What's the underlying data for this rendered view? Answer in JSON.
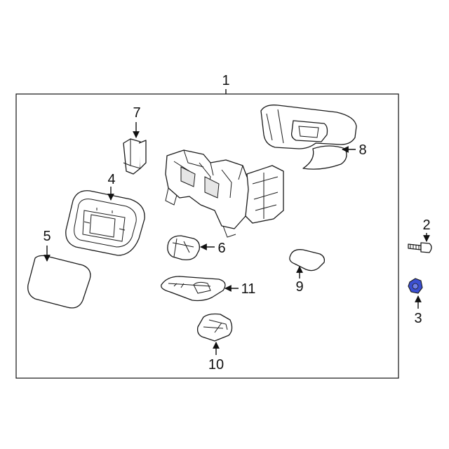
{
  "diagram": {
    "callouts": [
      {
        "id": "1",
        "label": "1"
      },
      {
        "id": "2",
        "label": "2"
      },
      {
        "id": "3",
        "label": "3"
      },
      {
        "id": "4",
        "label": "4"
      },
      {
        "id": "5",
        "label": "5"
      },
      {
        "id": "6",
        "label": "6"
      },
      {
        "id": "7",
        "label": "7"
      },
      {
        "id": "8",
        "label": "8"
      },
      {
        "id": "9",
        "label": "9"
      },
      {
        "id": "10",
        "label": "10"
      },
      {
        "id": "11",
        "label": "11"
      }
    ],
    "colors": {
      "line": "#1a1a1a",
      "background": "#ffffff",
      "highlight_nut": "#3b4fd1"
    }
  }
}
